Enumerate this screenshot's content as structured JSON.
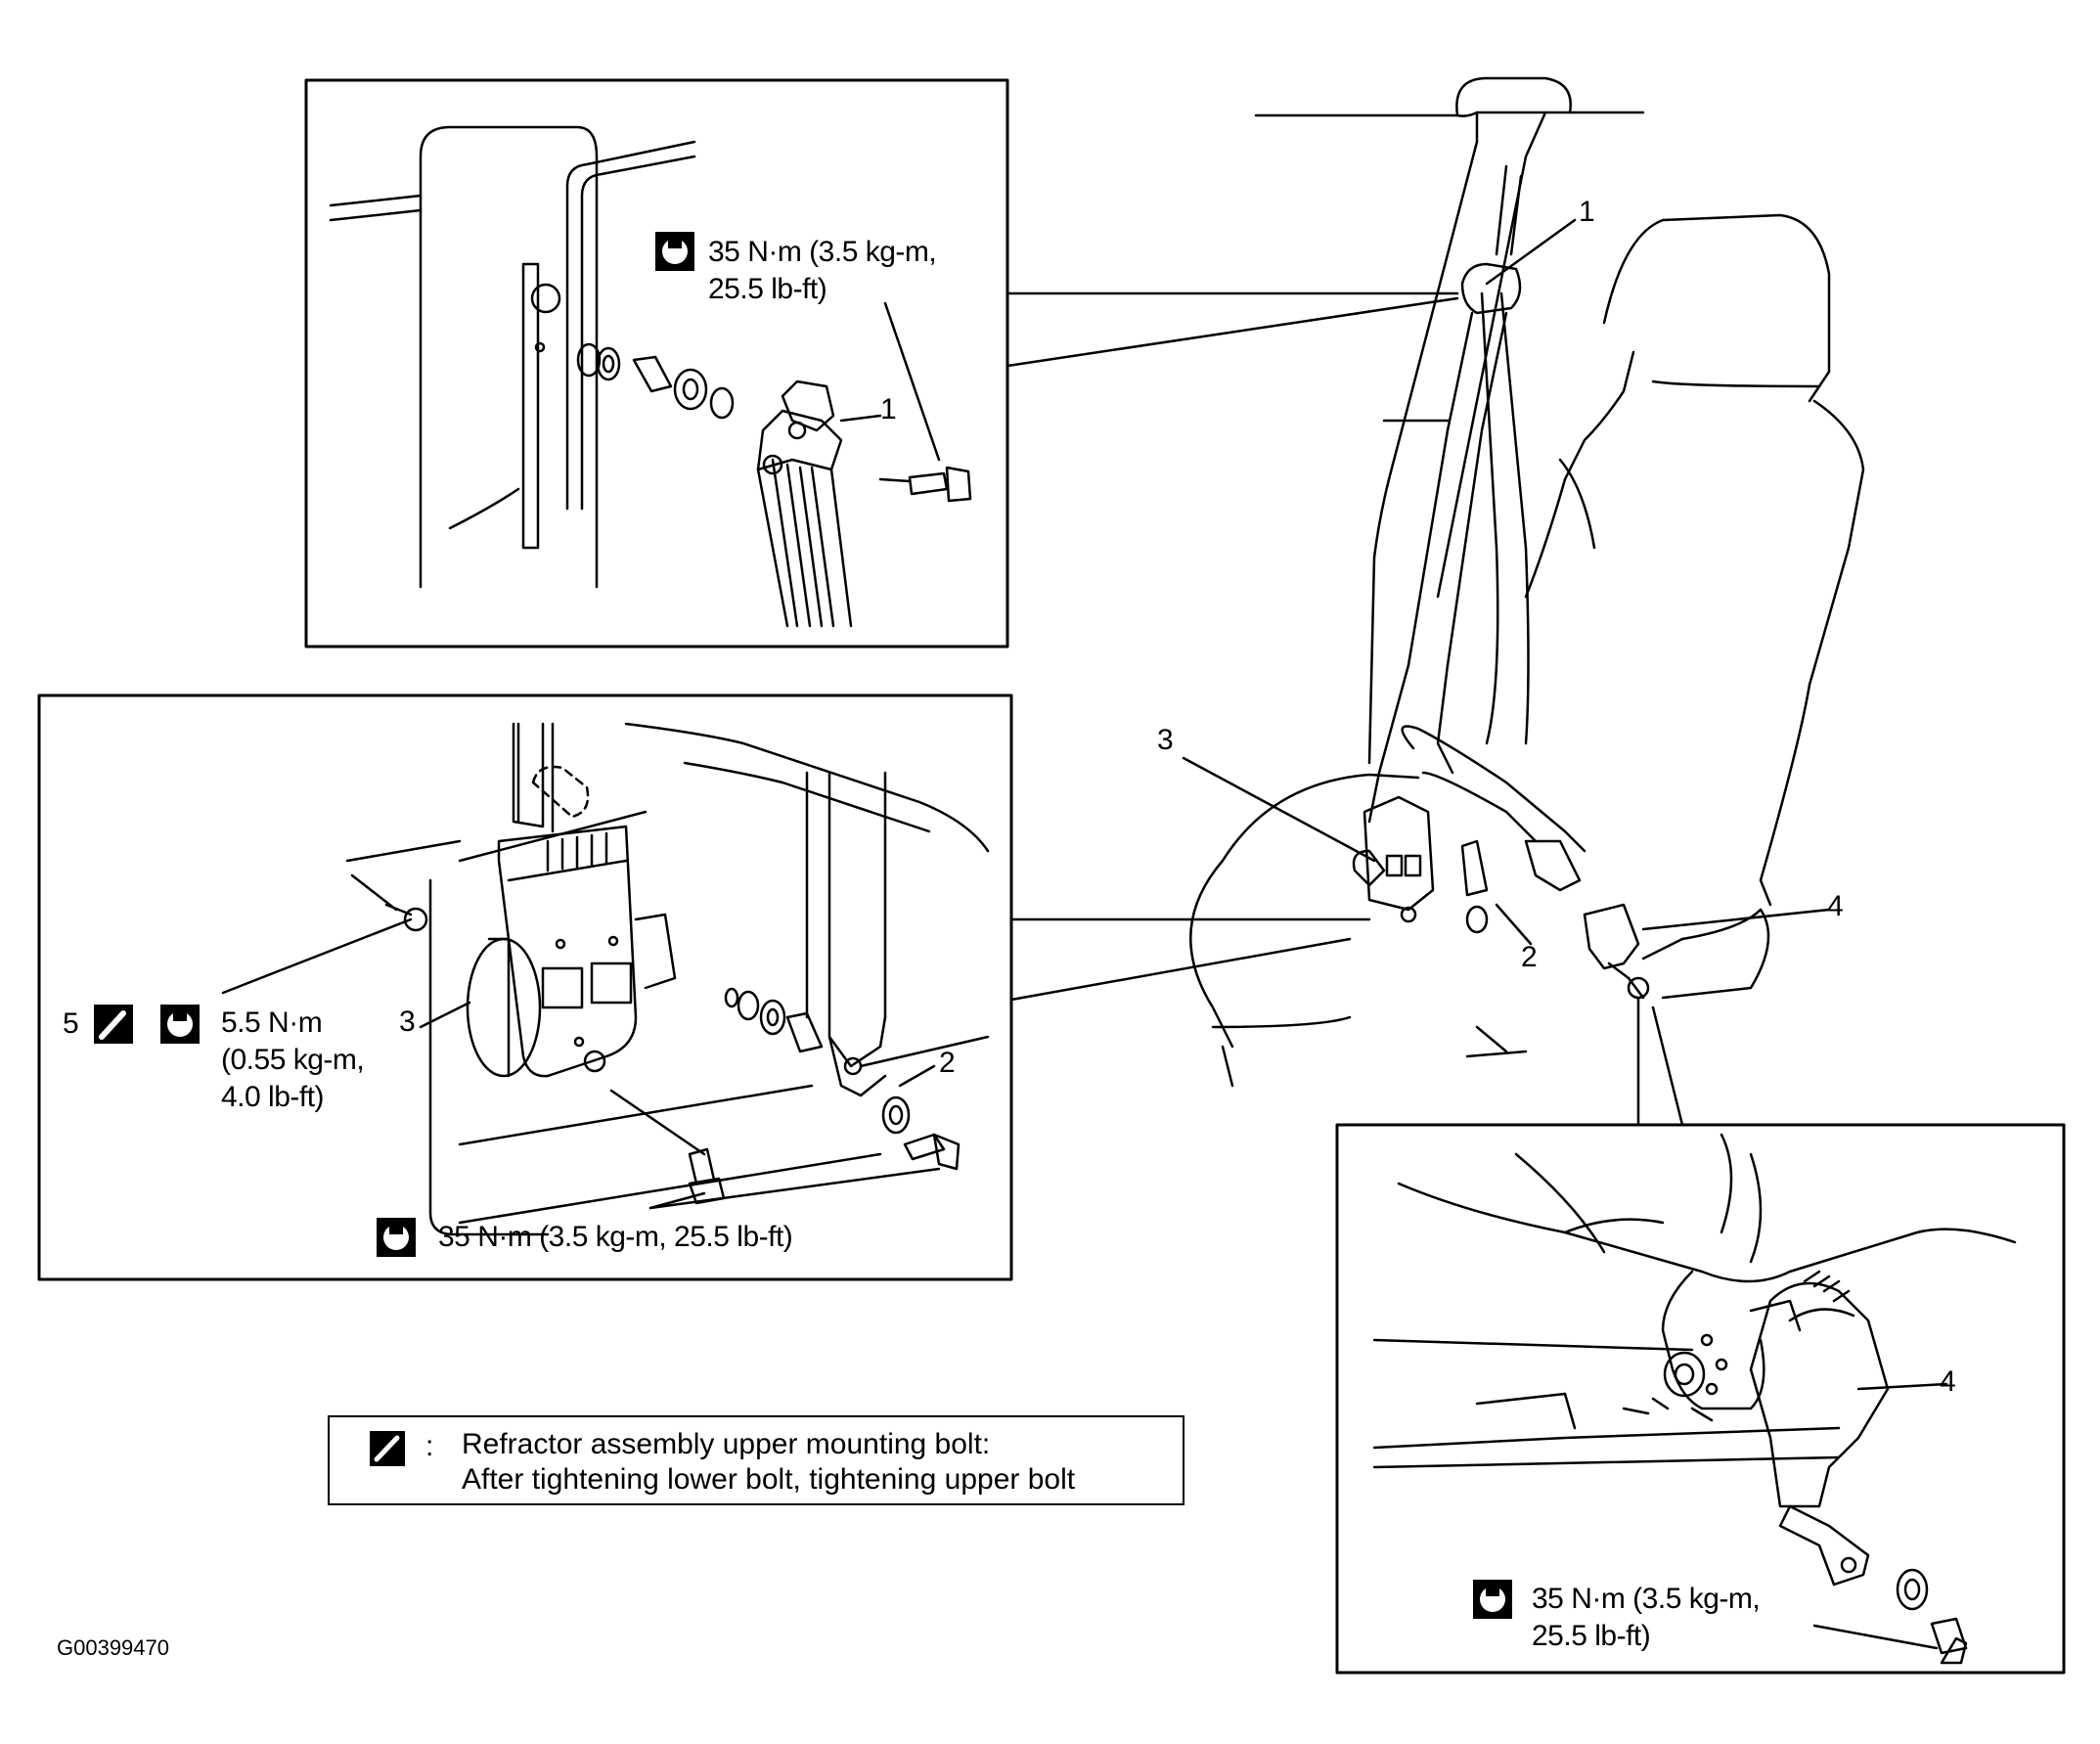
{
  "callouts": {
    "top_inset": {
      "torque": "35 N·m (3.5 kg-m,",
      "torque_2": "25.5 lb-ft)",
      "part_1": "1"
    },
    "left_inset": {
      "part_5": "5",
      "torque_small": "5.5 N·m",
      "torque_small_2": "(0.55 kg-m,",
      "torque_small_3": "4.0 lb-ft)",
      "part_3": "3",
      "part_2": "2",
      "torque": "35 N·m (3.5 kg-m, 25.5 lb-ft)"
    },
    "main_view": {
      "part_1": "1",
      "part_2": "2",
      "part_3": "3",
      "part_4": "4"
    },
    "bottom_inset": {
      "part_4": "4",
      "torque": "35 N·m (3.5 kg-m,",
      "torque_2": "25.5 lb-ft)"
    }
  },
  "legend": {
    "colon": ":",
    "line1": "Refractor assembly upper mounting bolt:",
    "line2": "After tightening lower bolt, tightening upper bolt"
  },
  "figure_id": "G00399470",
  "icons": {
    "torque": "torque-wrench-icon",
    "bolt_order": "tightening-order-icon"
  }
}
